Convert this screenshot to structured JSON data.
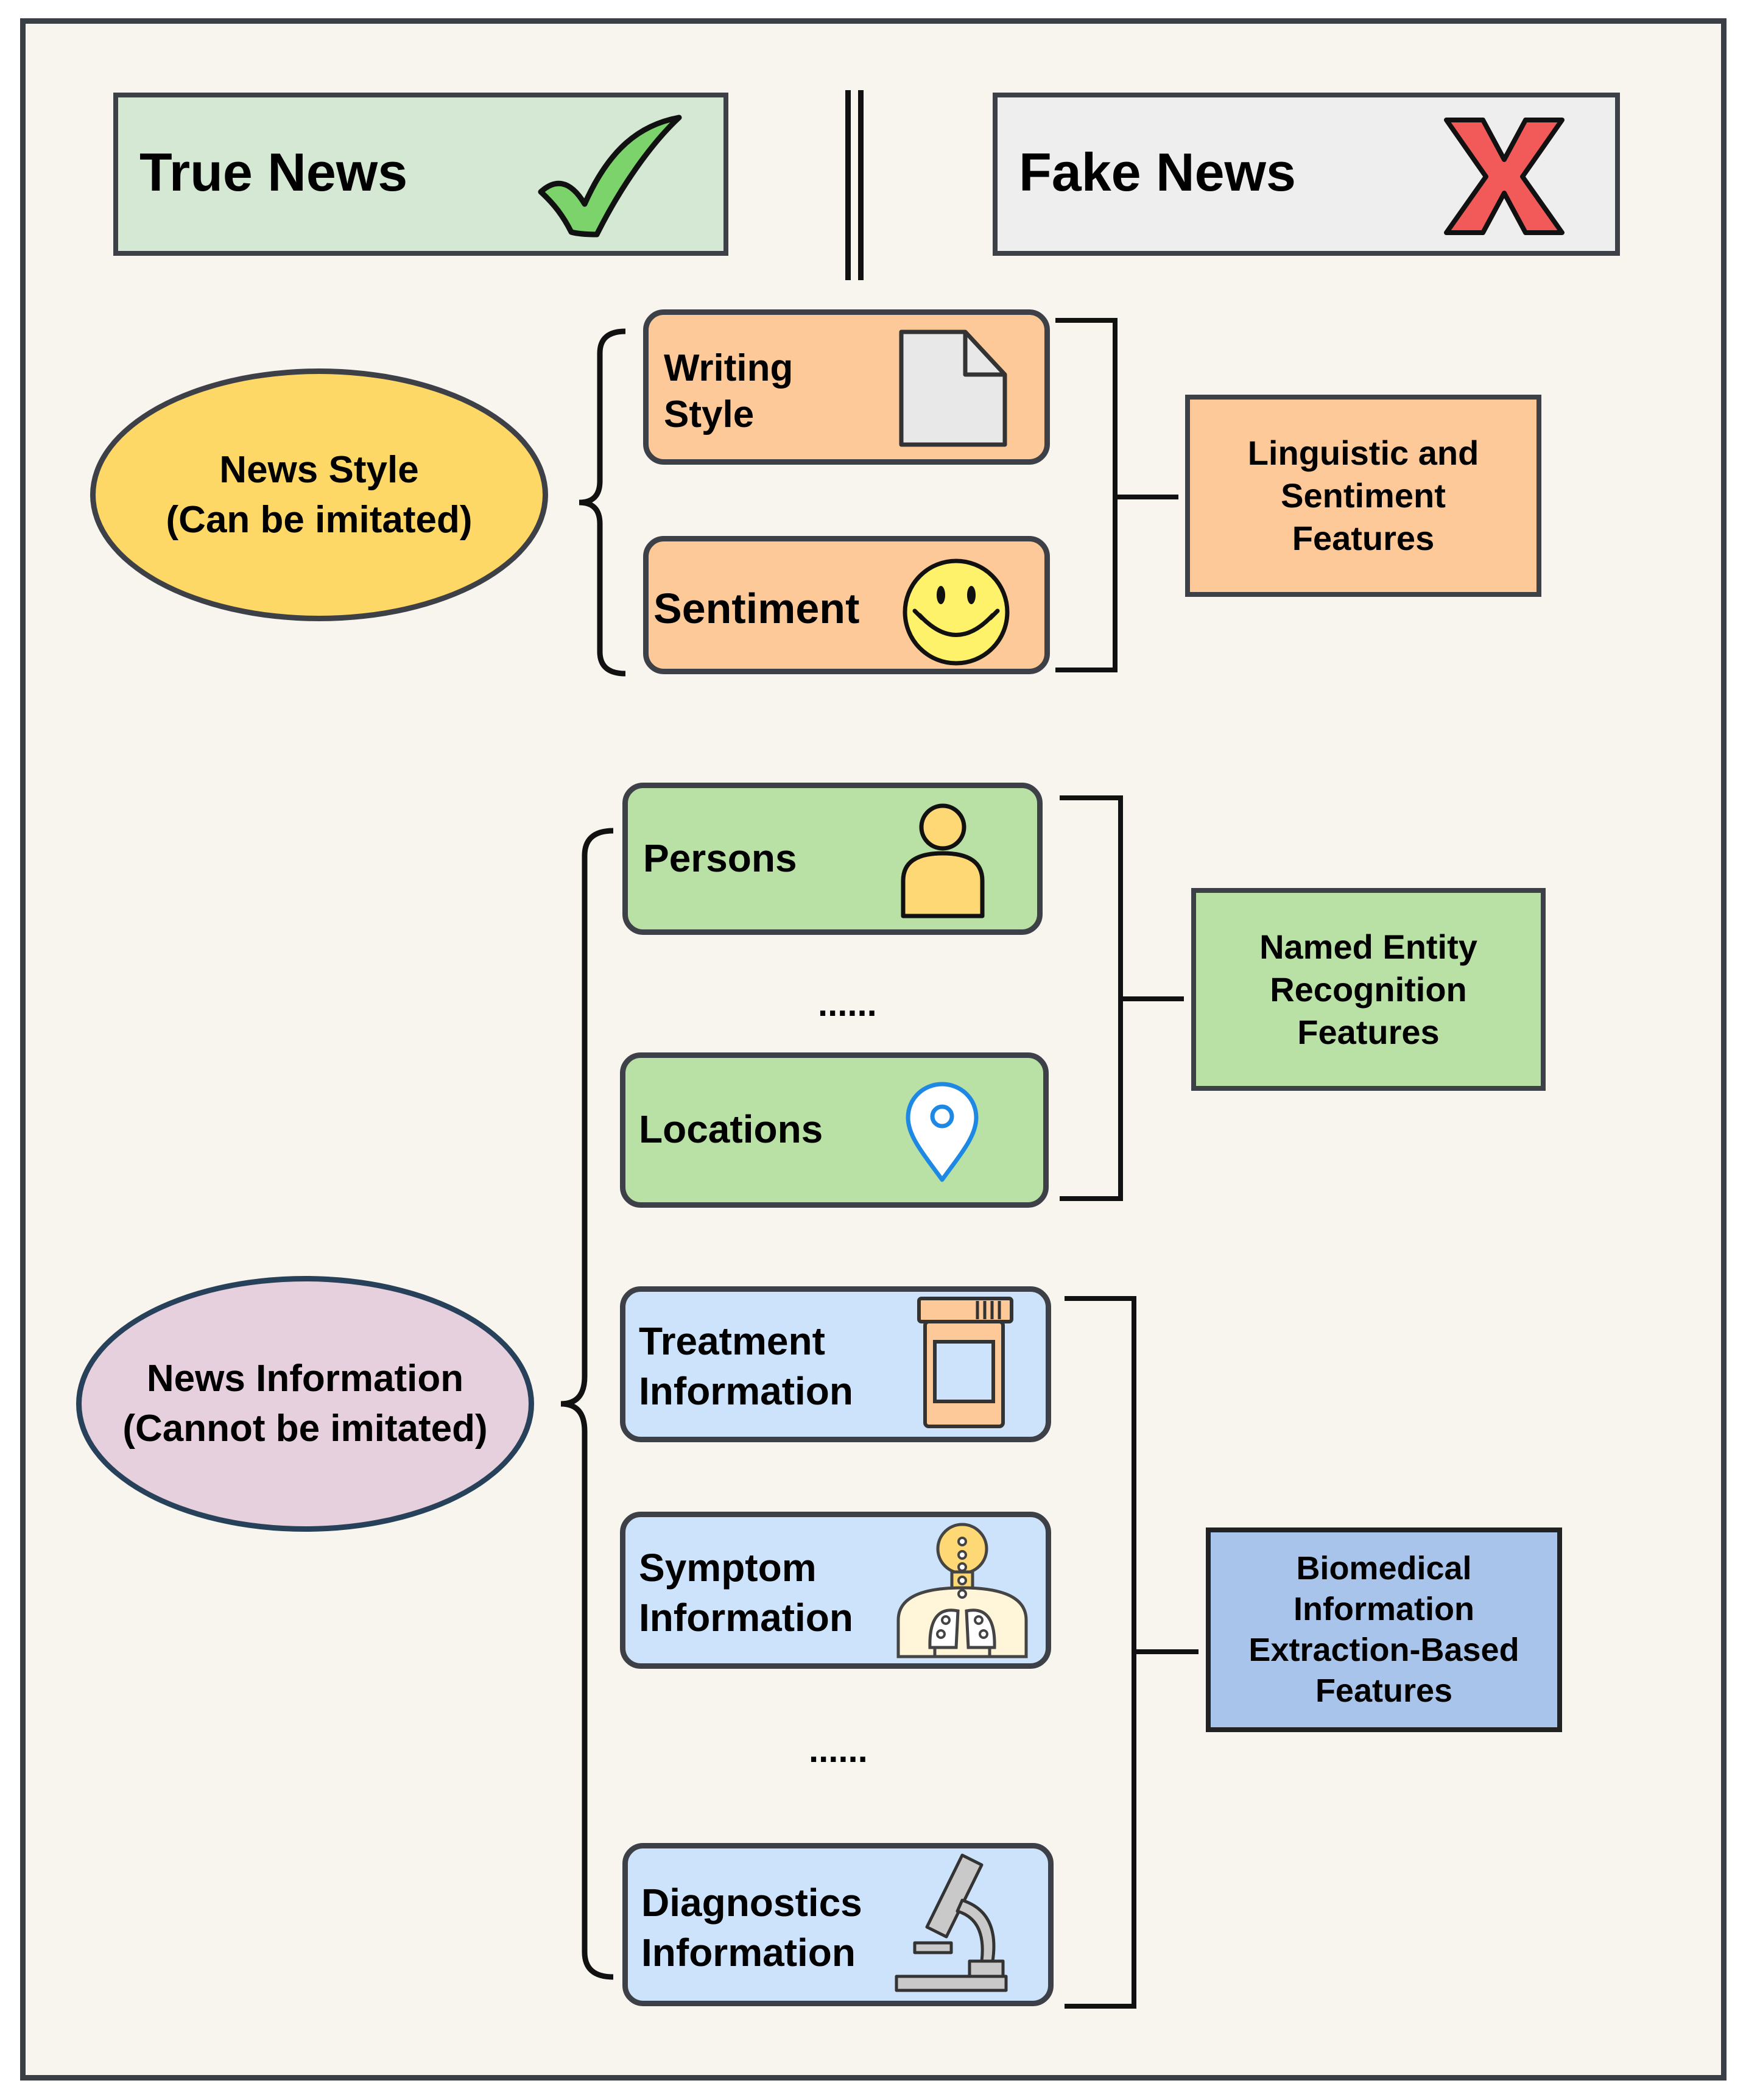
{
  "header": {
    "true_news": "True News",
    "fake_news": "Fake News"
  },
  "groups": {
    "news_style": "News Style\n(Can be imitated)",
    "news_information": "News Information\n(Cannot be imitated)"
  },
  "items": {
    "writing_style": "Writing\nStyle",
    "sentiment": "Sentiment",
    "persons": "Persons",
    "ellipsis_entities": "......",
    "locations": "Locations",
    "treatment": "Treatment\nInformation",
    "symptom": "Symptom\nInformation",
    "ellipsis_biomedical": "......",
    "diagnostics": "Diagnostics\nInformation"
  },
  "features": {
    "linguistic": "Linguistic and\nSentiment\nFeatures",
    "ner": "Named Entity\nRecognition\nFeatures",
    "biomedical": "Biomedical\nInformation\nExtraction-Based\nFeatures"
  },
  "icons": {
    "true_news": "checkmark-icon",
    "fake_news": "x-mark-icon",
    "writing_style": "document-icon",
    "sentiment": "smiley-icon",
    "persons": "person-icon",
    "locations": "location-pin-icon",
    "treatment": "pill-bottle-icon",
    "symptom": "lungs-anatomy-icon",
    "diagnostics": "microscope-icon"
  },
  "colors": {
    "true_news_bg": "#d5e8d4",
    "fake_news_bg": "#eeeeee",
    "news_style_fill": "#fdd866",
    "news_information_fill": "#e6d0de",
    "orange": "#fdc999",
    "green": "#b9e0a5",
    "light_blue": "#cce3fb",
    "biomedical_blue": "#a9c4eb",
    "check_green": "#7dd36b",
    "x_red": "#f25a5a"
  }
}
